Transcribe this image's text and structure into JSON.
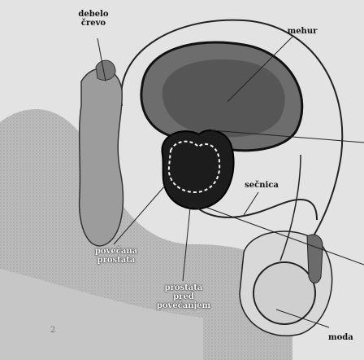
{
  "labels": {
    "colon": "debelo\nčrevo",
    "bladder": "mehur",
    "urethra": "sečnica",
    "enlarged_prostate": "povečana\nprostata",
    "prostate_before": "prostata\npred\npovečanjem",
    "testis": "moda"
  },
  "page_number": "2"
}
